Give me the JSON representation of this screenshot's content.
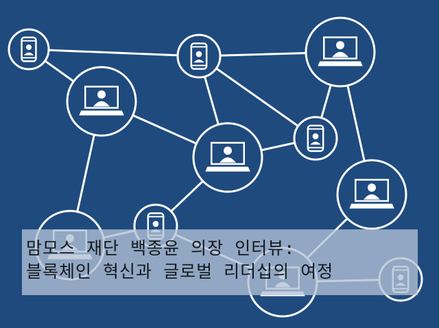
{
  "colors": {
    "background": "#1f4a7e",
    "icon": "#ffffff",
    "banner": "#b2c2d6",
    "text": "#15181c"
  },
  "banner": {
    "line1": "맘모스 재단 백종윤 의장 인터뷰:",
    "line2": "블록체인 혁신과 글로벌 리더십의 여정"
  },
  "network": {
    "nodes": [
      {
        "id": "n1",
        "icon": "phone-icon"
      },
      {
        "id": "n2",
        "icon": "phone-icon"
      },
      {
        "id": "n3",
        "icon": "laptop-icon"
      },
      {
        "id": "n4",
        "icon": "laptop-icon"
      },
      {
        "id": "n5",
        "icon": "phone-icon"
      },
      {
        "id": "n6",
        "icon": "laptop-icon"
      },
      {
        "id": "n7",
        "icon": "laptop-icon"
      },
      {
        "id": "n8",
        "icon": "phone-icon"
      },
      {
        "id": "n9",
        "icon": "laptop-icon"
      },
      {
        "id": "n10",
        "icon": "laptop-icon"
      },
      {
        "id": "n11",
        "icon": "phone-icon"
      }
    ]
  }
}
